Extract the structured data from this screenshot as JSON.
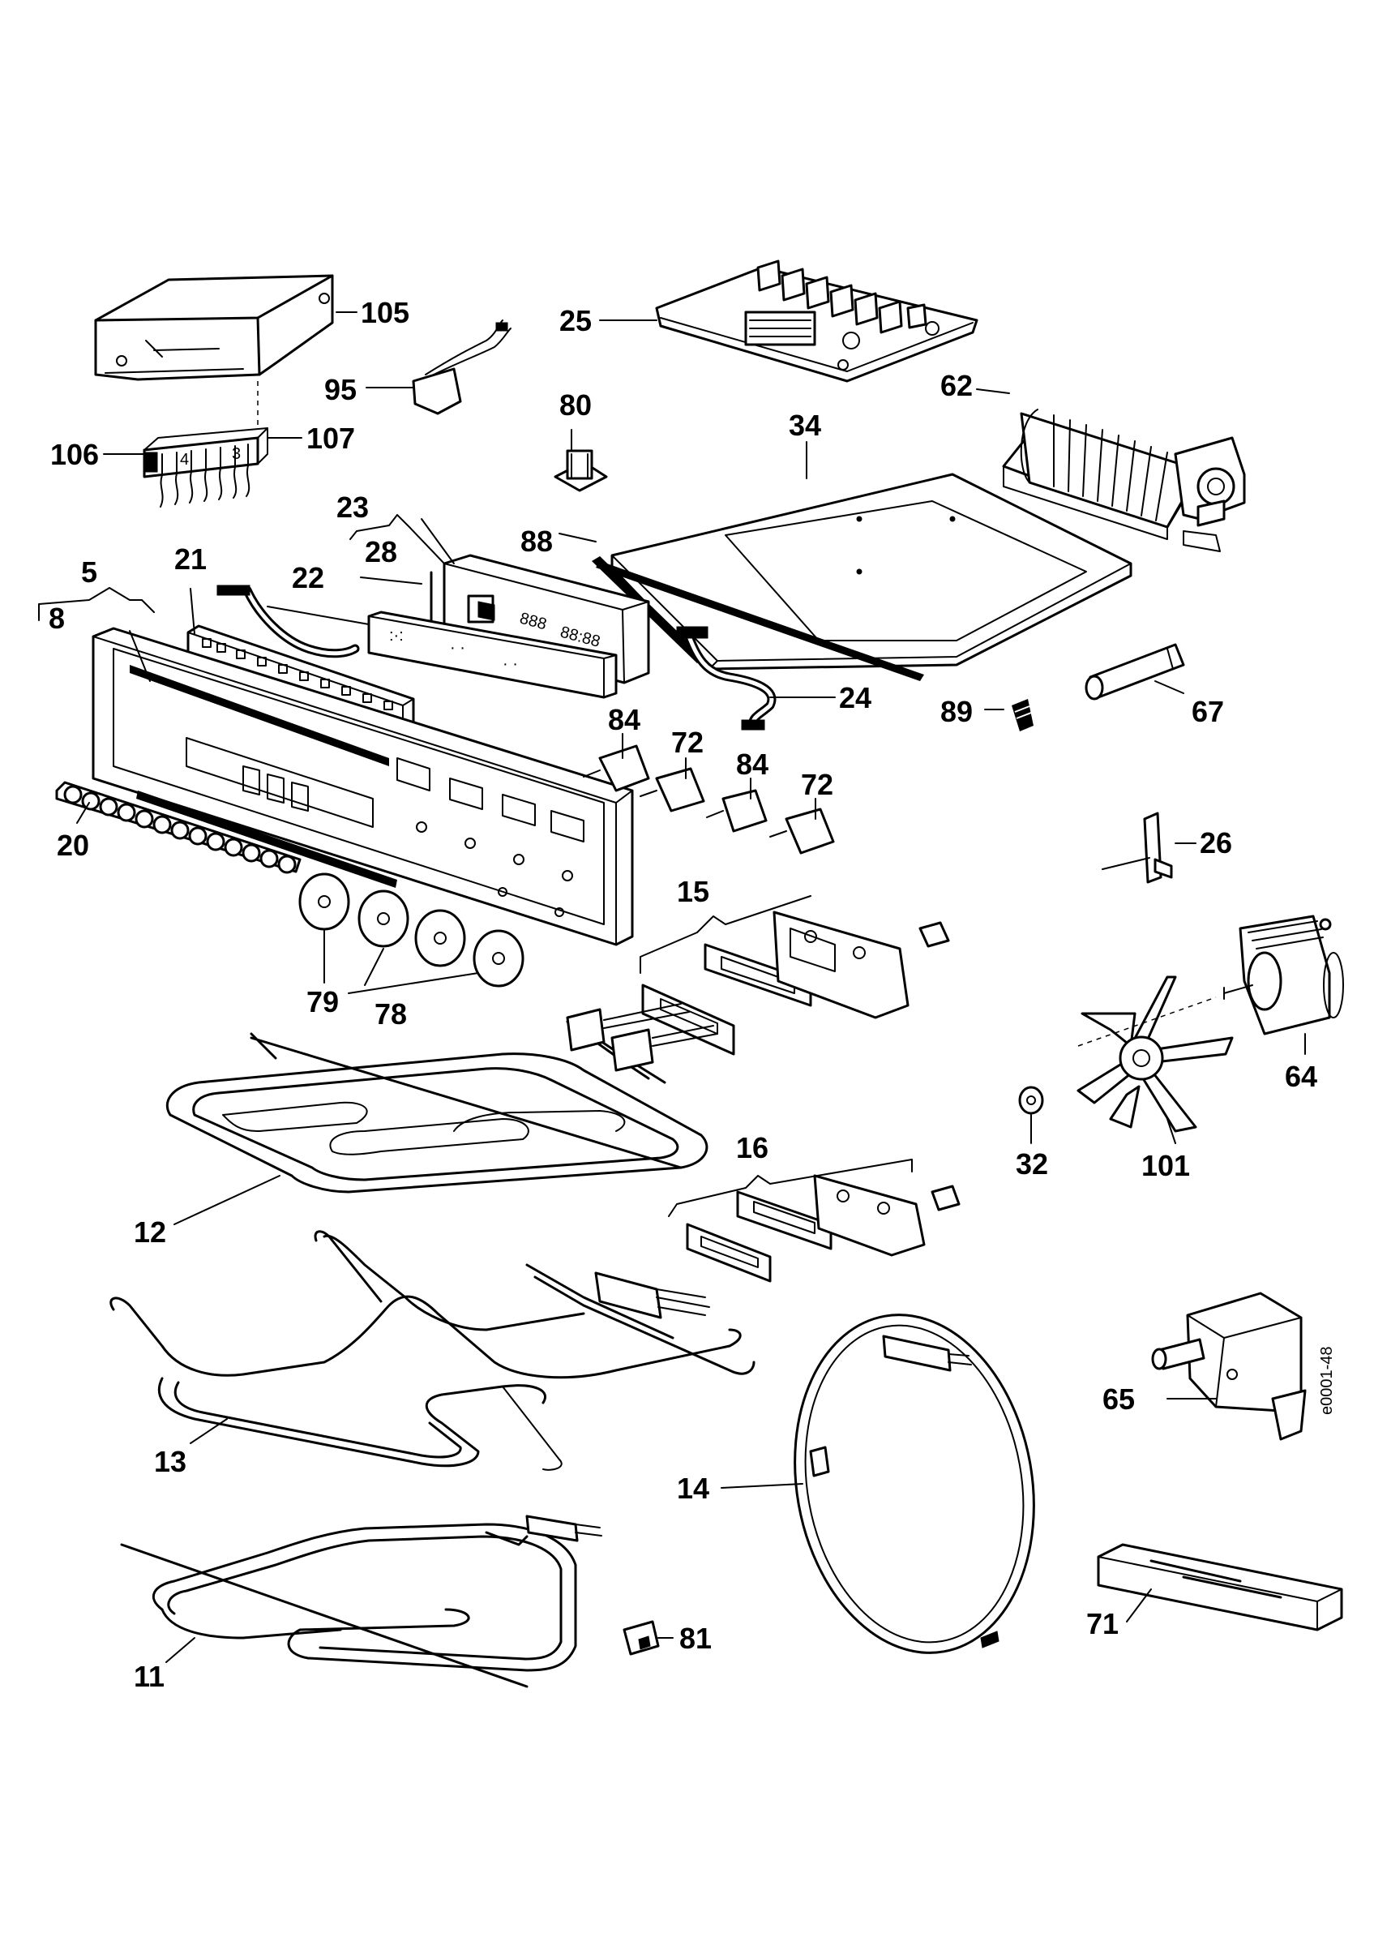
{
  "diagram": {
    "type": "exploded-parts-view",
    "drawing_code": "e0001-48",
    "parts": [
      {
        "id": "p105",
        "label": "105"
      },
      {
        "id": "p25",
        "label": "25"
      },
      {
        "id": "p95",
        "label": "95"
      },
      {
        "id": "p80",
        "label": "80"
      },
      {
        "id": "p62",
        "label": "62"
      },
      {
        "id": "p106",
        "label": "106"
      },
      {
        "id": "p107",
        "label": "107"
      },
      {
        "id": "p34",
        "label": "34"
      },
      {
        "id": "p23",
        "label": "23"
      },
      {
        "id": "p88",
        "label": "88"
      },
      {
        "id": "p28",
        "label": "28"
      },
      {
        "id": "p5",
        "label": "5"
      },
      {
        "id": "p21",
        "label": "21"
      },
      {
        "id": "p22",
        "label": "22"
      },
      {
        "id": "p8",
        "label": "8"
      },
      {
        "id": "p24",
        "label": "24"
      },
      {
        "id": "p89",
        "label": "89"
      },
      {
        "id": "p67",
        "label": "67"
      },
      {
        "id": "p84a",
        "label": "84"
      },
      {
        "id": "p72a",
        "label": "72"
      },
      {
        "id": "p84b",
        "label": "84"
      },
      {
        "id": "p72b",
        "label": "72"
      },
      {
        "id": "p26",
        "label": "26"
      },
      {
        "id": "p20",
        "label": "20"
      },
      {
        "id": "p15",
        "label": "15"
      },
      {
        "id": "p79",
        "label": "79"
      },
      {
        "id": "p78",
        "label": "78"
      },
      {
        "id": "p64",
        "label": "64"
      },
      {
        "id": "p32",
        "label": "32"
      },
      {
        "id": "p101",
        "label": "101"
      },
      {
        "id": "p16",
        "label": "16"
      },
      {
        "id": "p12",
        "label": "12"
      },
      {
        "id": "p13",
        "label": "13"
      },
      {
        "id": "p65",
        "label": "65"
      },
      {
        "id": "p14",
        "label": "14"
      },
      {
        "id": "p71",
        "label": "71"
      },
      {
        "id": "p11",
        "label": "11"
      },
      {
        "id": "p81",
        "label": "81"
      }
    ]
  }
}
